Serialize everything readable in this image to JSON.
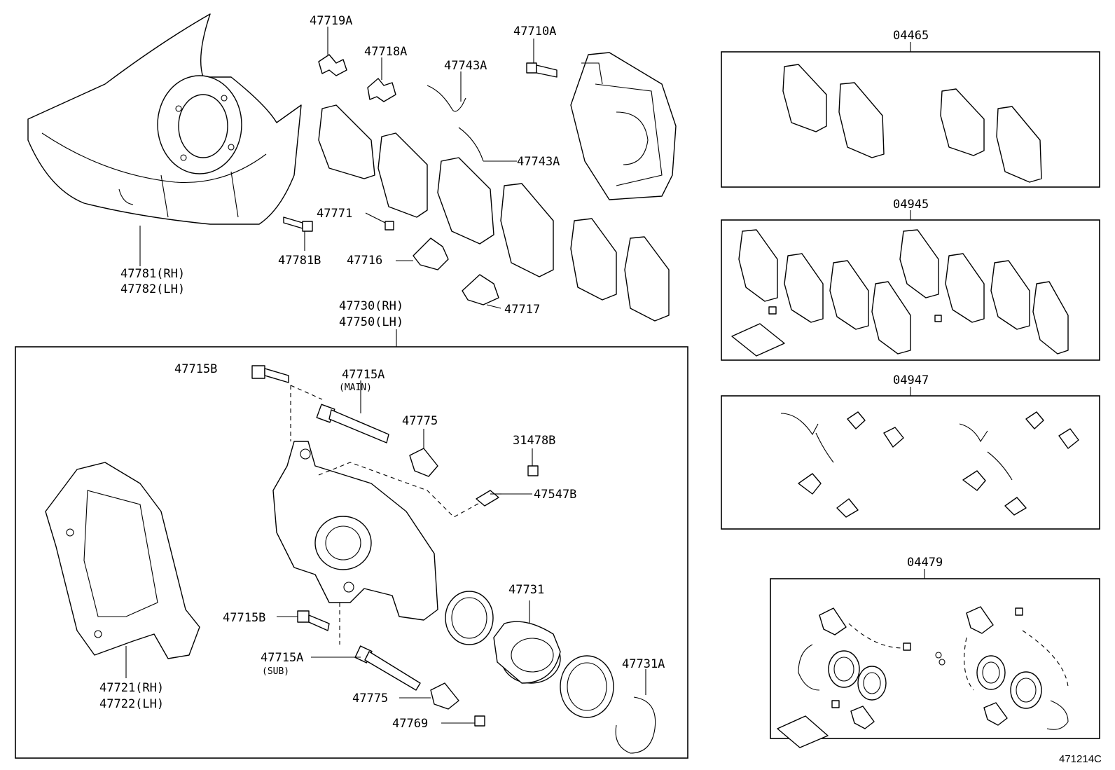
{
  "figure_code": "471214C",
  "labels": {
    "p47719A": "47719A",
    "p47718A": "47718A",
    "p47710A": "47710A",
    "p47743A_top": "47743A",
    "p47743A_mid": "47743A",
    "p47781_rh": "47781(RH)",
    "p47782_lh": "47782(LH)",
    "p47771": "47771",
    "p47781B": "47781B",
    "p47716": "47716",
    "p47717": "47717",
    "p47730_rh": "47730(RH)",
    "p47750_lh": "47750(LH)",
    "p47715B_top": "47715B",
    "p47715A_main": "47715A",
    "main_note": "(MAIN)",
    "p47775_top": "47775",
    "p31478B": "31478B",
    "p47547B": "47547B",
    "p47731": "47731",
    "p47715B_bot": "47715B",
    "p47715A_sub": "47715A",
    "sub_note": "(SUB)",
    "p47731A": "47731A",
    "p47775_bot": "47775",
    "p47769": "47769",
    "p47721_rh": "47721(RH)",
    "p47722_lh": "47722(LH)",
    "kit04465": "04465",
    "kit04945": "04945",
    "kit04947": "04947",
    "kit04479": "04479"
  }
}
